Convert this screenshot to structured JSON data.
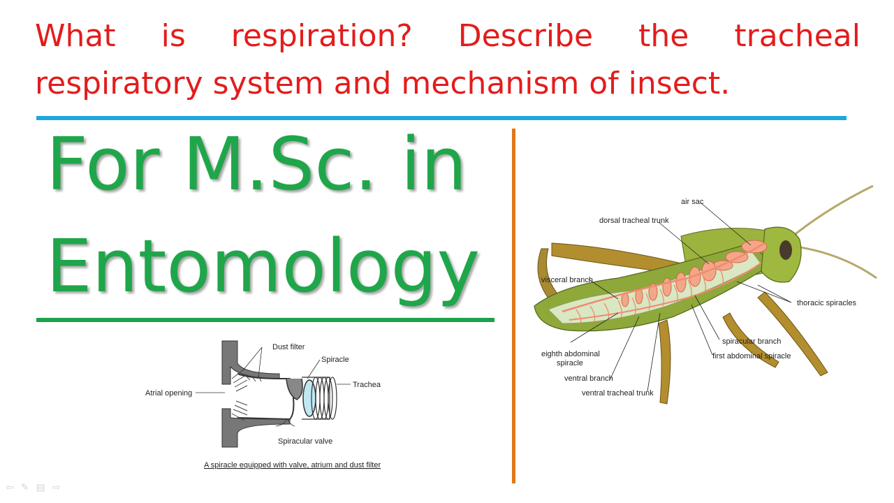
{
  "question": {
    "line1": "What is respiration? Describe the tracheal",
    "line2": "respiratory system and mechanism of insect."
  },
  "title": {
    "line1": "For M.Sc. in",
    "line2": "Entomology"
  },
  "spiracle_diagram": {
    "labels": {
      "dust_filter": "Dust filter",
      "spiracle": "Spiracle",
      "trachea": "Trachea",
      "atrial_opening": "Atrial opening",
      "spiracular_valve": "Spiracular valve"
    },
    "caption": "A spiracle equipped with valve, atrium and dust filter"
  },
  "grasshopper_diagram": {
    "labels": {
      "air_sac": "air sac",
      "dorsal_tracheal_trunk": "dorsal tracheal trunk",
      "visceral_branch": "visceral branch",
      "thoracic_spiracles": "thoracic spiracles",
      "eighth_abdominal_spiracle_1": "eighth abdominal",
      "eighth_abdominal_spiracle_2": "spiracle",
      "spiracular_branch": "spiracular branch",
      "first_abdominal_spiracle": "first abdominal spiracle",
      "ventral_branch": "ventral branch",
      "ventral_tracheal_trunk": "ventral tracheal trunk"
    }
  },
  "colors": {
    "question_text": "#e31c1c",
    "title_text": "#1fa64a",
    "rule_blue": "#1ea7e0",
    "rule_orange": "#e07818",
    "rule_green": "#1ca24a",
    "insect_body": "#8ea83a",
    "trachea": "#f08a70"
  },
  "nav_icons": [
    "arrow-left-icon",
    "pen-icon",
    "menu-icon",
    "arrow-right-icon"
  ]
}
